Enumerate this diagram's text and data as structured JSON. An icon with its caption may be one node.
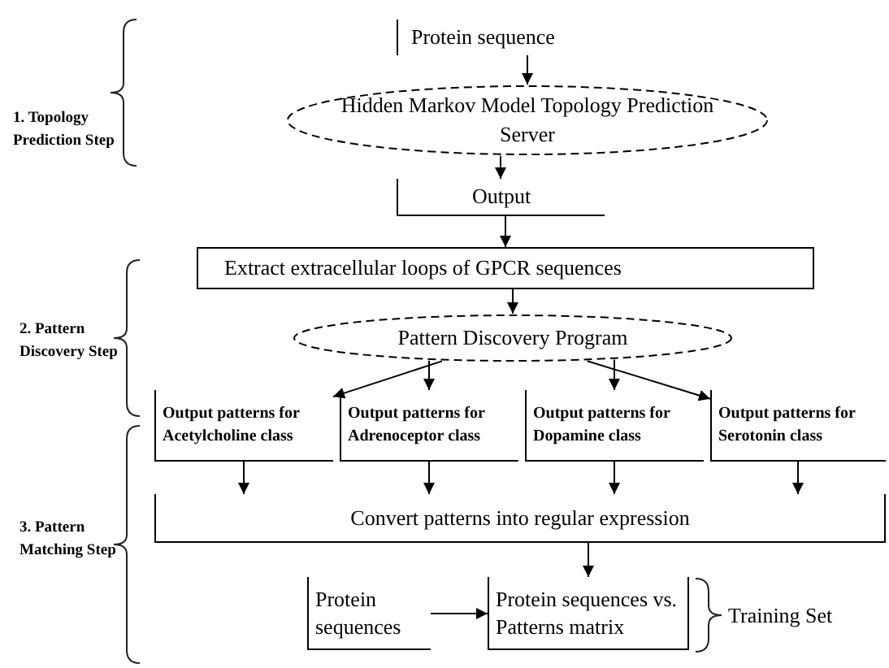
{
  "diagram": {
    "nodes": [
      {
        "text": [
          "Protein sequence"
        ]
      },
      {
        "text": [
          "Hidden Markov Model Topology Prediction Server"
        ]
      },
      {
        "text": [
          "Output"
        ]
      },
      {
        "text": [
          "Extract extracellular loops of GPCR sequences"
        ]
      },
      {
        "text": [
          "Pattern Discovery Program"
        ]
      },
      {
        "text": [
          "Output patterns for Acetylcholine class"
        ]
      },
      {
        "text": [
          "Output patterns for Adrenoceptor class"
        ]
      },
      {
        "text": [
          "Output patterns for Dopamine class"
        ]
      },
      {
        "text": [
          "Output patterns for Serotonin class"
        ]
      },
      {
        "text": [
          "Convert patterns into regular expression"
        ]
      },
      {
        "text": [
          "Protein sequences"
        ]
      },
      {
        "text": [
          "Protein sequences vs. Patterns matrix"
        ]
      }
    ],
    "edges": [
      {
        "from": 0,
        "to": 1,
        "arrow": "to"
      },
      {
        "from": 1,
        "to": 2,
        "arrow": "to"
      },
      {
        "from": 2,
        "to": 3,
        "arrow": "to"
      },
      {
        "from": 3,
        "to": 4,
        "arrow": "to"
      },
      {
        "from": 4,
        "to": 5,
        "arrow": "to"
      },
      {
        "from": 4,
        "to": 6,
        "arrow": "to"
      },
      {
        "from": 4,
        "to": 7,
        "arrow": "to"
      },
      {
        "from": 4,
        "to": 8,
        "arrow": "to"
      },
      {
        "from": 5,
        "to": 9,
        "arrow": "to"
      },
      {
        "from": 6,
        "to": 9,
        "arrow": "to"
      },
      {
        "from": 7,
        "to": 9,
        "arrow": "to"
      },
      {
        "from": 8,
        "to": 9,
        "arrow": "to"
      },
      {
        "from": 9,
        "to": 11,
        "arrow": "to"
      },
      {
        "from": 10,
        "to": 11,
        "arrow": "to"
      }
    ],
    "labels": [
      "1. Topology Prediction Step",
      "2. Pattern Discovery Step",
      "3. Pattern Matching Step",
      "Training Set"
    ]
  }
}
